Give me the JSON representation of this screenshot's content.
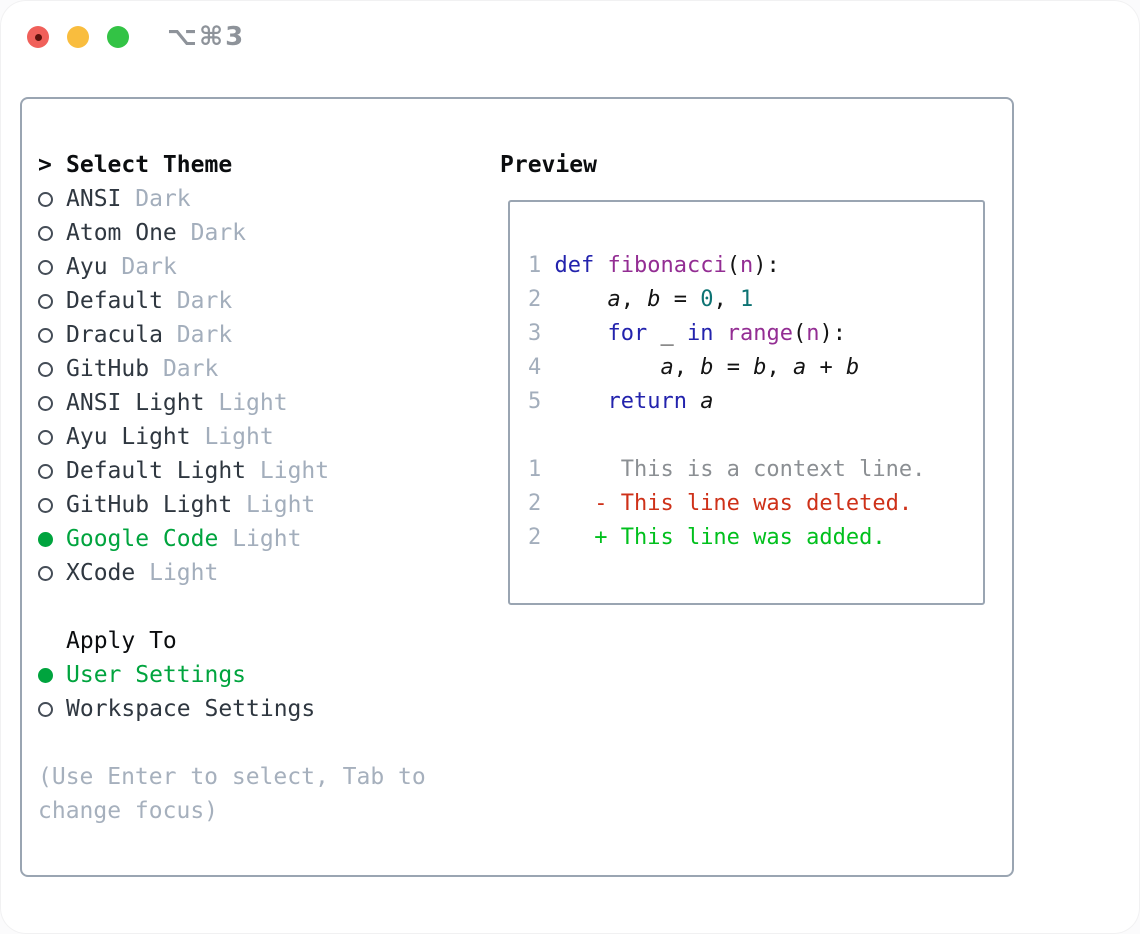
{
  "window": {
    "title": "⌥⌘3"
  },
  "colors": {
    "accent-green": "#00a43e",
    "text-dark": "#2f3740",
    "text-black": "#0b0d0f",
    "muted": "#a3aebc",
    "border": "#9aa5b2",
    "help": "#a6b0bd",
    "title": "#8e939a",
    "tl-red": "#f0605a",
    "tl-red-dot": "#5d120d",
    "tl-yellow": "#f9bd3e",
    "tl-green": "#33c345",
    "kw": "#2323ad",
    "fn": "#932d93",
    "lit": "#0d7373",
    "pln": "#141414",
    "num": "#a3aebc",
    "ctx": "#8b8f93",
    "del": "#ce3119",
    "add": "#01c01d"
  },
  "theme_panel": {
    "header": {
      "prompt": ">",
      "label": "Select Theme"
    },
    "themes": [
      {
        "name": "ANSI",
        "variant": "Dark",
        "selected": false
      },
      {
        "name": "Atom One",
        "variant": "Dark",
        "selected": false
      },
      {
        "name": "Ayu",
        "variant": "Dark",
        "selected": false
      },
      {
        "name": "Default",
        "variant": "Dark",
        "selected": false
      },
      {
        "name": "Dracula",
        "variant": "Dark",
        "selected": false
      },
      {
        "name": "GitHub",
        "variant": "Dark",
        "selected": false
      },
      {
        "name": "ANSI Light",
        "variant": "Light",
        "selected": false
      },
      {
        "name": "Ayu Light",
        "variant": "Light",
        "selected": false
      },
      {
        "name": "Default Light",
        "variant": "Light",
        "selected": false
      },
      {
        "name": "GitHub Light",
        "variant": "Light",
        "selected": false
      },
      {
        "name": "Google Code",
        "variant": "Light",
        "selected": true
      },
      {
        "name": "XCode",
        "variant": "Light",
        "selected": false
      }
    ],
    "apply_to": {
      "header": "Apply To",
      "options": [
        {
          "label": "User Settings",
          "selected": true
        },
        {
          "label": "Workspace Settings",
          "selected": false
        }
      ]
    },
    "help": "(Use Enter to select, Tab to change focus)"
  },
  "preview": {
    "title": "Preview",
    "lines": [
      {
        "n": "1",
        "t": [
          [
            "pln",
            " "
          ],
          [
            "kw",
            "def"
          ],
          [
            "pln",
            " "
          ],
          [
            "fn",
            "fibonacci"
          ],
          [
            "pln",
            "("
          ],
          [
            "fn",
            "n"
          ],
          [
            "pln",
            "):"
          ]
        ]
      },
      {
        "n": "2",
        "t": [
          [
            "pln",
            "     "
          ],
          [
            "var",
            "a"
          ],
          [
            "pln",
            ", "
          ],
          [
            "var",
            "b"
          ],
          [
            "pln",
            " = "
          ],
          [
            "lit",
            "0"
          ],
          [
            "pln",
            ", "
          ],
          [
            "lit",
            "1"
          ]
        ]
      },
      {
        "n": "3",
        "t": [
          [
            "pln",
            "     "
          ],
          [
            "kw",
            "for"
          ],
          [
            "pln",
            " _ "
          ],
          [
            "kw",
            "in"
          ],
          [
            "pln",
            " "
          ],
          [
            "fn",
            "range"
          ],
          [
            "pln",
            "("
          ],
          [
            "fn",
            "n"
          ],
          [
            "pln",
            "):"
          ]
        ]
      },
      {
        "n": "4",
        "t": [
          [
            "pln",
            "         "
          ],
          [
            "var",
            "a"
          ],
          [
            "pln",
            ", "
          ],
          [
            "var",
            "b"
          ],
          [
            "pln",
            " = "
          ],
          [
            "var",
            "b"
          ],
          [
            "pln",
            ", "
          ],
          [
            "var",
            "a"
          ],
          [
            "pln",
            " + "
          ],
          [
            "var",
            "b"
          ]
        ]
      },
      {
        "n": "5",
        "t": [
          [
            "pln",
            "     "
          ],
          [
            "kw",
            "return"
          ],
          [
            "pln",
            " "
          ],
          [
            "var",
            "a"
          ]
        ]
      },
      {
        "n": "",
        "t": []
      },
      {
        "n": "1",
        "t": [
          [
            "ctx",
            "      This is a context line."
          ]
        ]
      },
      {
        "n": "2",
        "t": [
          [
            "del",
            "    - This line was deleted."
          ]
        ]
      },
      {
        "n": "2",
        "t": [
          [
            "add",
            "    + This line was added."
          ]
        ]
      }
    ]
  }
}
